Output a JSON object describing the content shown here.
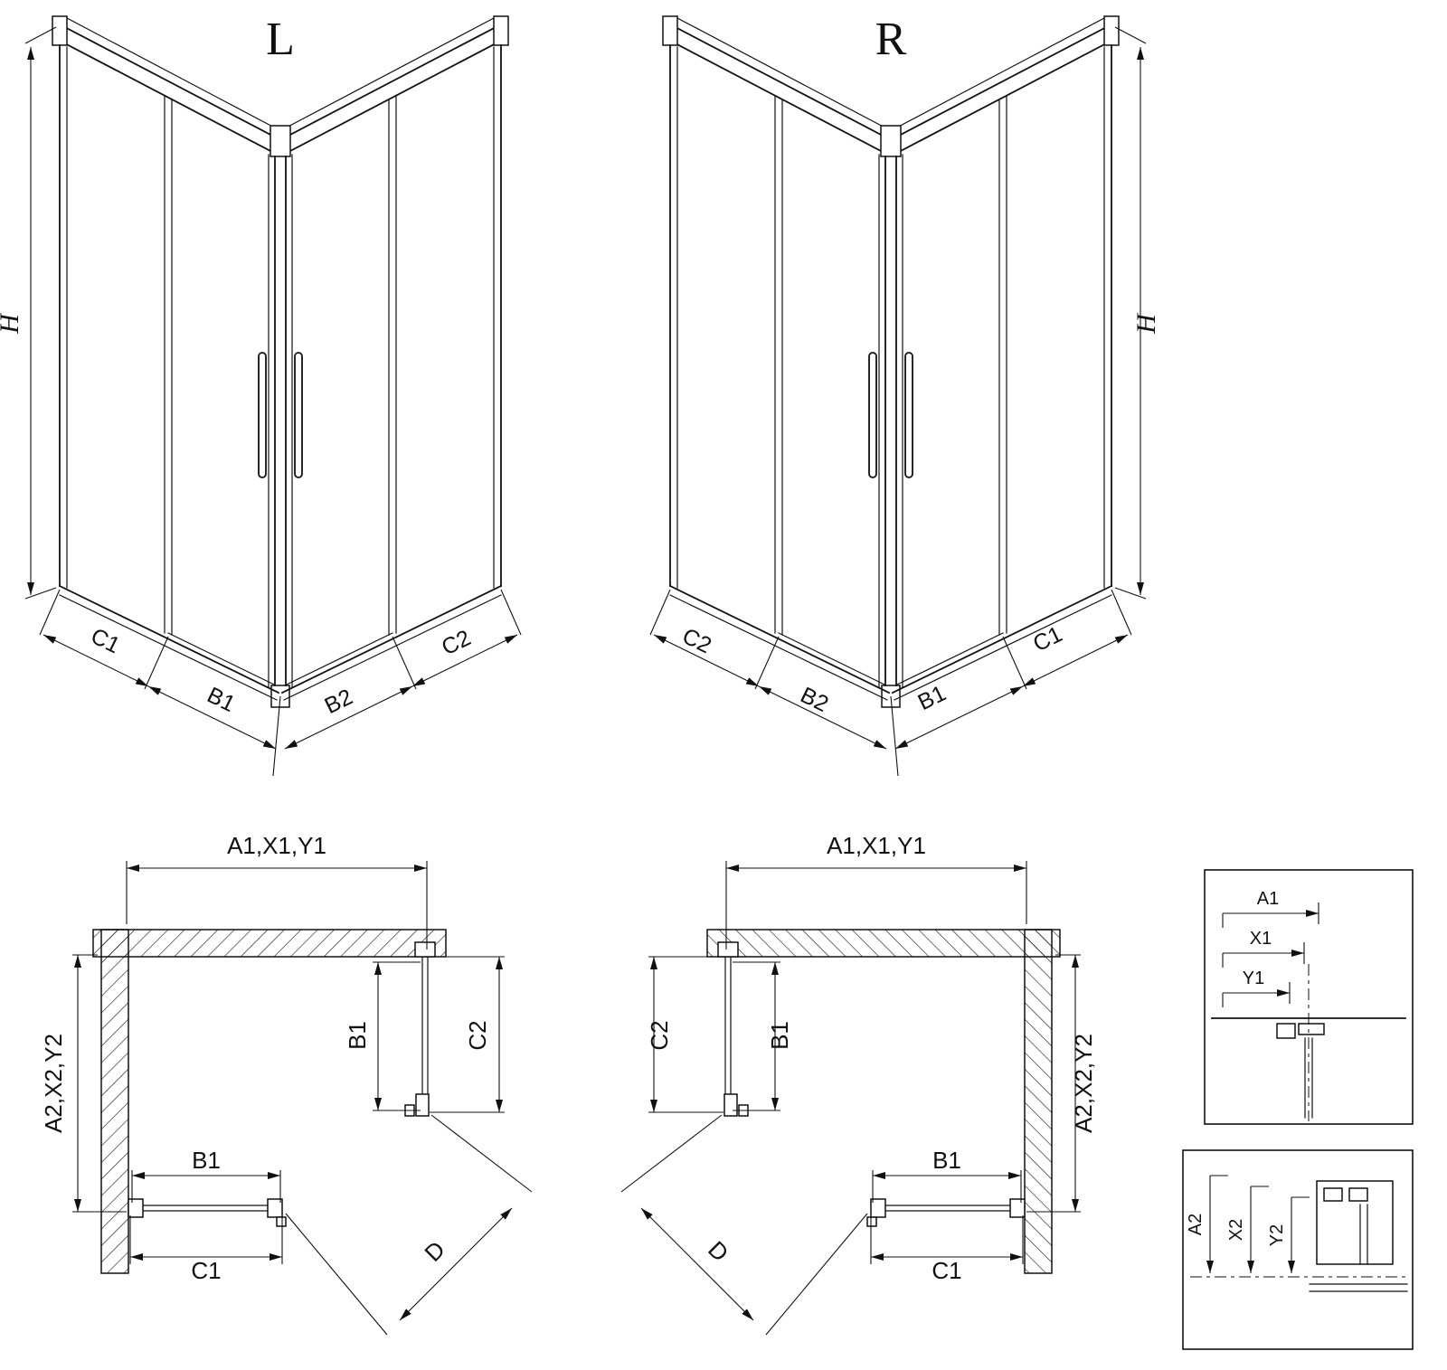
{
  "views": {
    "iso_left": {
      "label": "L",
      "dims": {
        "h": "H",
        "c1": "C1",
        "b1": "B1",
        "b2": "B2",
        "c2": "C2"
      }
    },
    "iso_right": {
      "label": "R",
      "dims": {
        "h": "H",
        "c1": "C1",
        "b1": "B1",
        "b2": "B2",
        "c2": "C2"
      }
    },
    "plan_left": {
      "dims": {
        "top": "A1,X1,Y1",
        "side": "A2,X2,Y2",
        "door": "B1",
        "c2": "C2",
        "bottom": "B1",
        "c1": "C1",
        "diagonal": "D"
      }
    },
    "plan_right": {
      "dims": {
        "top": "A1,X1,Y1",
        "side": "A2,X2,Y2",
        "door": "B1",
        "c2": "C2",
        "bottom": "B1",
        "c1": "C1",
        "diagonal": "D"
      }
    },
    "detail_top": {
      "dims": {
        "a1": "A1",
        "x1": "X1",
        "y1": "Y1"
      }
    },
    "detail_bottom": {
      "dims": {
        "a2": "A2",
        "x2": "X2",
        "y2": "Y2"
      }
    }
  },
  "colors": {
    "line": "#111111",
    "background": "#ffffff"
  }
}
